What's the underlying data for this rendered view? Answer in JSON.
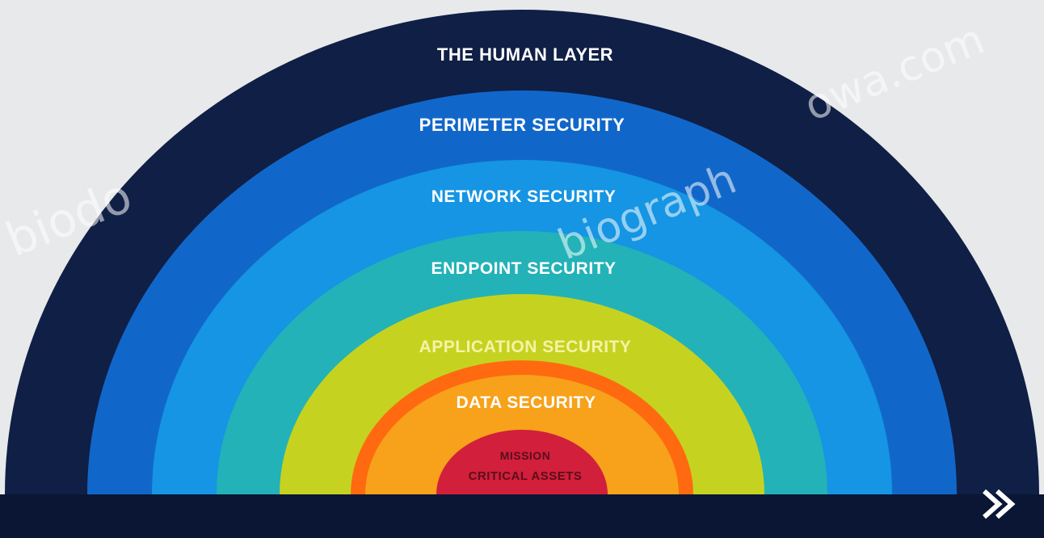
{
  "diagram": {
    "layers": [
      {
        "label": "THE HUMAN LAYER",
        "color": "#0f1f45",
        "text_color": "#ffffff"
      },
      {
        "label": "PERIMETER SECURITY",
        "color": "#1167c9",
        "text_color": "#ffffff"
      },
      {
        "label": "NETWORK SECURITY",
        "color": "#1595e3",
        "text_color": "#ffffff"
      },
      {
        "label": "ENDPOINT SECURITY",
        "color": "#23b2b8",
        "text_color": "#ffffff"
      },
      {
        "label": "APPLICATION SECURITY",
        "color": "#c5d320",
        "text_color": "#f7f2a8"
      },
      {
        "label": "DATA SECURITY",
        "color": "#f7a21a",
        "text_color": "#ffffff"
      },
      {
        "label": "MISSION",
        "label2": "CRITICAL ASSETS",
        "color": "#d21f3c",
        "text_color": "#5a0f1a"
      }
    ],
    "orange_band_color": "#ff6a10",
    "frame_color": "#0f1f45",
    "base_color": "#0a1633"
  },
  "watermark": {
    "left_text": "biodo",
    "center_text": "biograph",
    "right_text": "owa.com"
  },
  "logo_icon": "double-chevron-right-icon"
}
